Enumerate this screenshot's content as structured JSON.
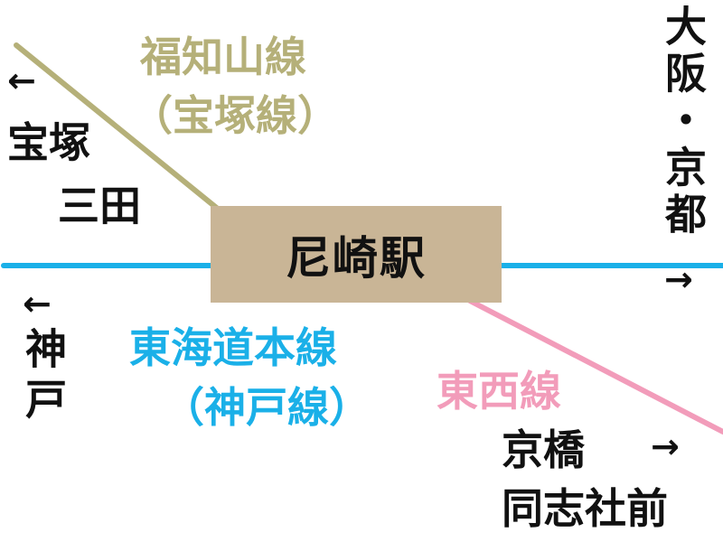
{
  "station": {
    "name": "尼崎駅",
    "box_color": "#c9b596"
  },
  "lines": {
    "fukuchiyama": {
      "name": "福知山線",
      "alias": "（宝塚線）",
      "color": "#b5b079"
    },
    "tokaido": {
      "name": "東海道本線",
      "alias": "（神戸線）",
      "color": "#1ab0e8"
    },
    "tozai": {
      "name": "東西線",
      "color": "#f29cba"
    }
  },
  "directions": {
    "takarazuka": {
      "arrow": "←",
      "line1": "宝塚",
      "line2": "三田"
    },
    "kobe": {
      "arrow": "←",
      "text": "神戸"
    },
    "osaka_kyoto": {
      "text": "大阪・京都",
      "arrow": "→"
    },
    "kyobashi": {
      "line1": "京橋",
      "line2": "同志社前",
      "arrow": "→"
    }
  }
}
